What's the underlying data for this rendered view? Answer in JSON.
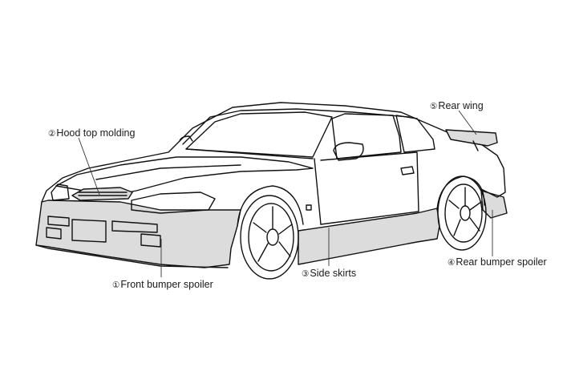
{
  "colors": {
    "outline": "#111111",
    "part_fill": "#dcdcdc",
    "leader": "#333333",
    "background": "#ffffff"
  },
  "labels": {
    "hood": {
      "num": "②",
      "text": "Hood top molding"
    },
    "rear_wing": {
      "num": "⑤",
      "text": "Rear wing"
    },
    "front_bumper": {
      "num": "①",
      "text": "Front bumper spoiler"
    },
    "side_skirts": {
      "num": "③",
      "text": "Side skirts"
    },
    "rear_bumper": {
      "num": "④",
      "text": "Rear bumper spoiler"
    }
  }
}
